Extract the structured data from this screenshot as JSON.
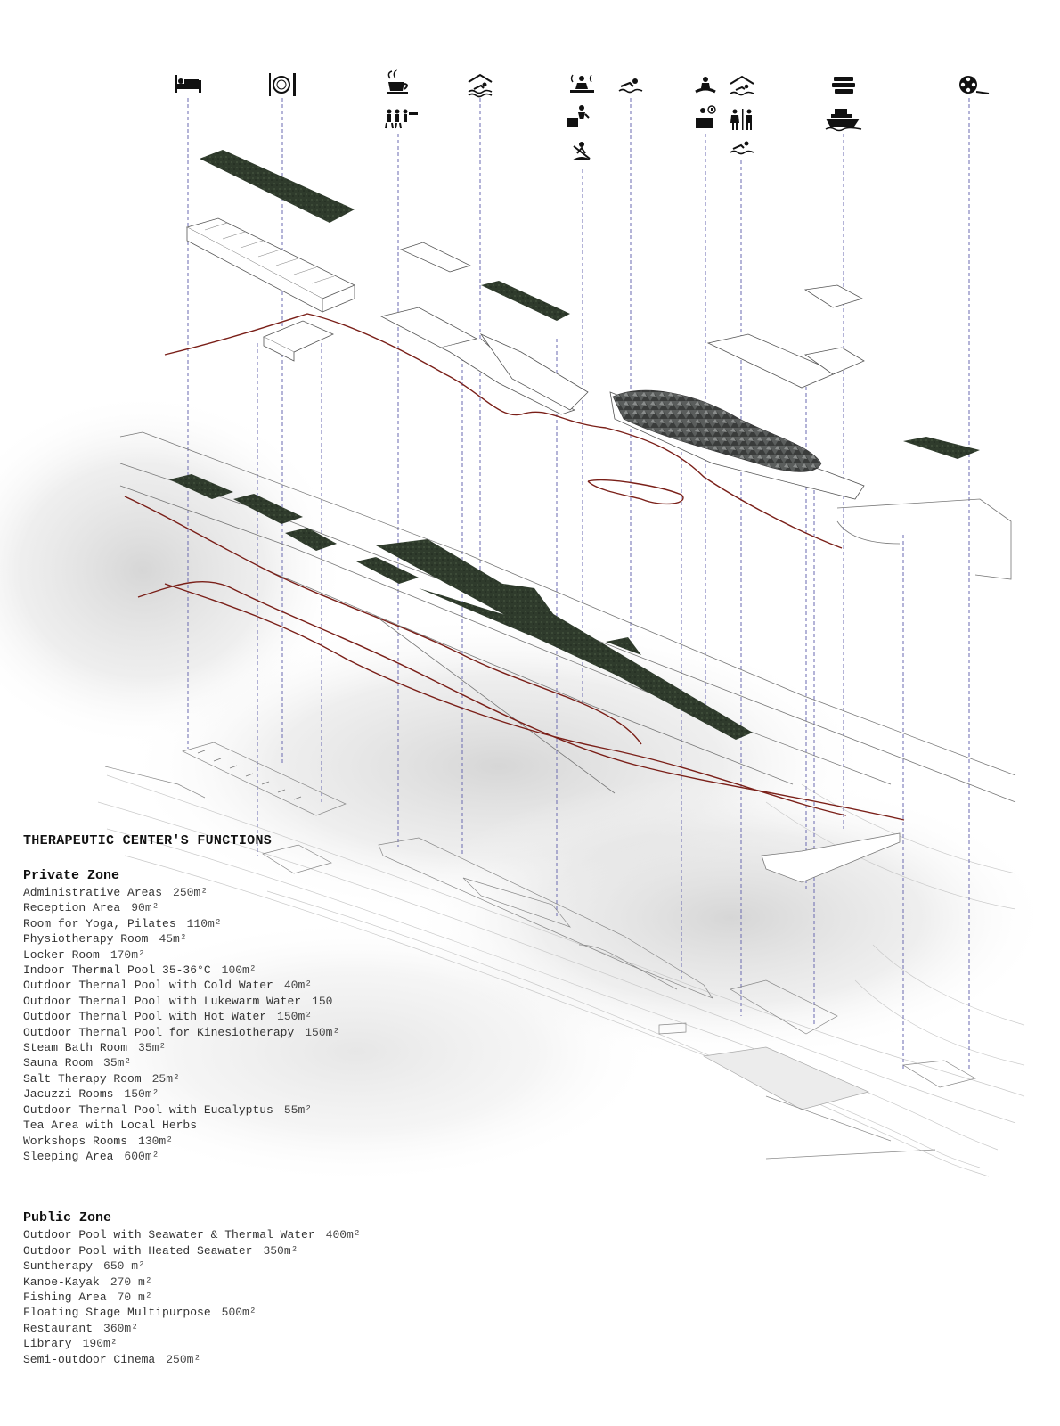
{
  "title": "THERAPEUTIC CENTER'S FUNCTIONS",
  "zones": [
    {
      "name": "Private Zone",
      "items": [
        {
          "label": "Administrative Areas",
          "area": "250m²"
        },
        {
          "label": "Reception Area",
          "area": "90m²"
        },
        {
          "label": "Room for Yoga, Pilates",
          "area": "110m²"
        },
        {
          "label": "Physiotherapy Room",
          "area": "45m²"
        },
        {
          "label": "Locker Room",
          "area": "170m²"
        },
        {
          "label": "Indoor Thermal Pool 35-36°C",
          "area": "100m²"
        },
        {
          "label": "Outdoor Thermal Pool with Cold Water",
          "area": "40m²"
        },
        {
          "label": "Outdoor Thermal Pool with Lukewarm Water",
          "area": "150"
        },
        {
          "label": "Outdoor Thermal Pool with Hot Water",
          "area": "150m²"
        },
        {
          "label": "Outdoor Thermal Pool for Kinesiotherapy",
          "area": "150m²"
        },
        {
          "label": "Steam Bath Room",
          "area": "35m²"
        },
        {
          "label": "Sauna Room",
          "area": "35m²"
        },
        {
          "label": "Salt Therapy Room",
          "area": "25m²"
        },
        {
          "label": "Jacuzzi Rooms",
          "area": "150m²"
        },
        {
          "label": "Outdoor Thermal Pool with Eucalyptus",
          "area": "55m²"
        },
        {
          "label": "Tea Area with Local Herbs",
          "area": ""
        },
        {
          "label": "Workshops Rooms",
          "area": "130m²"
        },
        {
          "label": "Sleeping Area",
          "area": "600m²"
        }
      ]
    },
    {
      "name": "Public Zone",
      "items": [
        {
          "label": "Outdoor Pool with Seawater & Thermal Water",
          "area": "400m²"
        },
        {
          "label": "Outdoor Pool with Heated Seawater",
          "area": "350m²"
        },
        {
          "label": "Suntherapy",
          "area": "650 m²"
        },
        {
          "label": "Kanoe-Kayak",
          "area": "270 m²"
        },
        {
          "label": "Fishing Area",
          "area": "70 m²"
        },
        {
          "label": "Floating Stage Multipurpose",
          "area": "500m²"
        },
        {
          "label": "Restaurant",
          "area": "360m²"
        },
        {
          "label": "Library",
          "area": "190m²"
        },
        {
          "label": "Semi-outdoor Cinema",
          "area": "250m²"
        }
      ]
    }
  ],
  "icons": [
    "bed-icon",
    "dining-icon",
    "tea-cup-icon",
    "workshop-people-icon",
    "indoor-pool-icon",
    "sauna-icon",
    "physiotherapy-icon",
    "kayak-icon",
    "swimming-icon",
    "yoga-icon",
    "reception-icon",
    "roofed-pool-icon",
    "restroom-icon",
    "outdoor-swim-icon",
    "library-books-icon",
    "boat-stage-icon",
    "cinema-reel-icon"
  ],
  "colors": {
    "green_roof": "#2f3b2c",
    "contour_line": "#7a1f18",
    "guide_line": "#5a5aa8",
    "ink": "#222222"
  }
}
